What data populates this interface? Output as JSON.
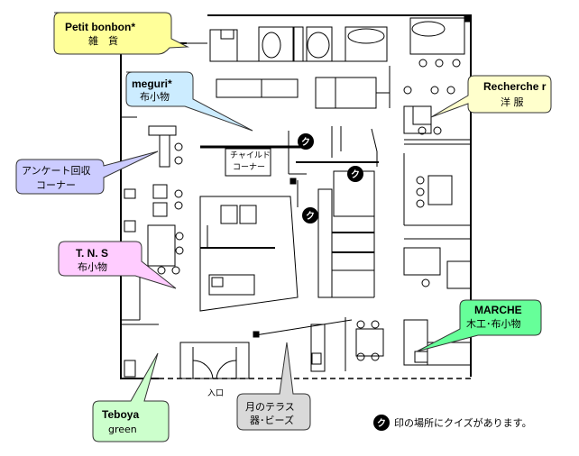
{
  "callouts": {
    "petit_bonbon": {
      "line1": "Petit  bonbon*",
      "line2": "雑　貨",
      "color": "#ffff99"
    },
    "meguri": {
      "line1": "meguri*",
      "line2": "布小物",
      "color": "#ccecff"
    },
    "anketo": {
      "line1": "アンケート回収",
      "line2": "コーナー",
      "color": "#ccccff"
    },
    "tns": {
      "line1": "T. N. S",
      "line2": "布小物",
      "color": "#ffccff"
    },
    "teboya": {
      "line1": "Teboya",
      "line2": "green",
      "color": "#ccffcc"
    },
    "tsuki": {
      "line1": "月のテラス",
      "line2": "器･ビーズ",
      "color": "#d9d9d9"
    },
    "marche": {
      "line1": "MARCHE",
      "line2": "木工･布小物",
      "color": "#66ff99"
    },
    "recherche": {
      "line1": "Recherche r",
      "line2": "洋 服",
      "color": "#ffffcc"
    }
  },
  "rooms": {
    "child_corner_line1": "チャイルド",
    "child_corner_line2": "コーナー",
    "entrance": "入口"
  },
  "quiz_marker": {
    "glyph": "ク",
    "color": "#000000"
  },
  "legend": {
    "text": "印の場所にクイズがあります。"
  }
}
